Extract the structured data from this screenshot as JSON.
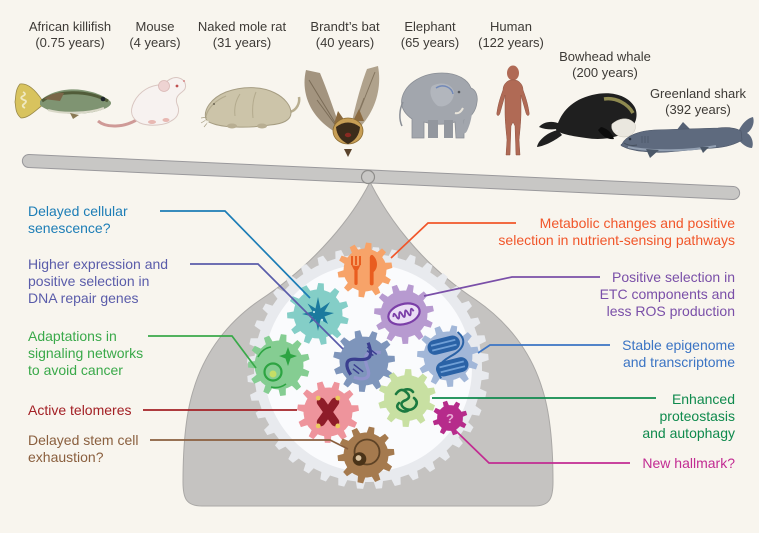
{
  "animals": [
    {
      "name": "African killifish",
      "lifespan": "(0.75 years)"
    },
    {
      "name": "Mouse",
      "lifespan": "(4 years)"
    },
    {
      "name": "Naked mole rat",
      "lifespan": "(31 years)"
    },
    {
      "name": "Brandt’s bat",
      "lifespan": "(40 years)"
    },
    {
      "name": "Elephant",
      "lifespan": "(65 years)"
    },
    {
      "name": "Human",
      "lifespan": "(122 years)"
    },
    {
      "name": "Bowhead whale",
      "lifespan": "(200 years)"
    },
    {
      "name": "Greenland shark",
      "lifespan": "(392 years)"
    }
  ],
  "hallmarks_left": [
    {
      "label": "Delayed cellular\nsenescence?",
      "color": "#1c7db6",
      "icon": "senescent-cell-icon"
    },
    {
      "label": "Higher expression and\npositive selection in\nDNA repair genes",
      "color": "#5a5caa",
      "icon": "dna-helix-icon"
    },
    {
      "label": "Adaptations in\nsignaling networks\nto avoid cancer",
      "color": "#3aa94a",
      "icon": "signaling-cell-icon"
    },
    {
      "label": "Active telomeres",
      "color": "#a32025",
      "icon": "chromosome-icon"
    },
    {
      "label": "Delayed stem cell\nexhaustion?",
      "color": "#8a5f3e",
      "icon": "stem-cell-icon"
    }
  ],
  "hallmarks_right": [
    {
      "label": "Metabolic changes and positive\nselection in nutrient-sensing pathways",
      "color": "#f1562a",
      "icon": "fork-knife-icon"
    },
    {
      "label": "Positive selection in\nETC components and\nless ROS production",
      "color": "#7a4fa8",
      "icon": "mitochondrion-icon"
    },
    {
      "label": "Stable epigenome\nand transcriptome",
      "color": "#3b74c4",
      "icon": "nucleosome-icon"
    },
    {
      "label": "Enhanced\nproteostasis\nand autophagy",
      "color": "#0f8a4d",
      "icon": "protein-icon"
    },
    {
      "label": "New hallmark?",
      "color": "#c22b92",
      "icon": "question-mark"
    }
  ],
  "gears": {
    "nutrient_sensing": {
      "color": "#f7a369",
      "icon_color": "#e95d1f",
      "icon": "fork-knife-icon"
    },
    "senescence": {
      "color": "#84cec7",
      "icon_color": "#1b7a9e",
      "icon": "senescent-cell-icon"
    },
    "mitochondria": {
      "color": "#b79ad0",
      "icon_color": "#7b3fa8",
      "icon_fill": "#eadef5",
      "icon": "mitochondrion-icon"
    },
    "signaling": {
      "color": "#85cd92",
      "icon_color": "#2da442",
      "icon_accent": "#c5de66",
      "icon": "signaling-cell-icon"
    },
    "dna_repair": {
      "color": "#7e95bb",
      "icon_color": "#3a3e8f",
      "icon_accent": "#9093cc",
      "icon": "dna-helix-icon"
    },
    "epigenome": {
      "color": "#a2b7d8",
      "icon_color": "#2a62a6",
      "icon_accent": "#6f9fd6",
      "icon": "nucleosome-icon"
    },
    "telomeres": {
      "color": "#ee949c",
      "icon_color": "#8e1c29",
      "icon_accent": "#ecc95f",
      "icon": "chromosome-icon"
    },
    "proteostasis": {
      "color": "#c8e0a2",
      "icon_color": "#1c7a40",
      "icon": "protein-icon"
    },
    "new_hallmark": {
      "color": "#b62b8b",
      "icon_color": "#e9a8d4",
      "icon": "question-mark",
      "question_mark": "?"
    },
    "stem_cells": {
      "color": "#a57a4e",
      "icon_color": "#5e4326",
      "icon_accent": "#4a3318",
      "icon_accent2": "#d9c3a1",
      "icon": "stem-cell-icon"
    }
  },
  "scale": {
    "background": "#f8f5ee",
    "beam_color": "#c8c7c5",
    "beam_stroke": "#9a999c",
    "funnel_color": "#c5c3c1",
    "funnel_stroke": "#aaa8a6",
    "big_gear_color": "#e8eaee",
    "big_gear_inner": "#fafbfd",
    "pivot_stroke": "#8e8d8b"
  }
}
